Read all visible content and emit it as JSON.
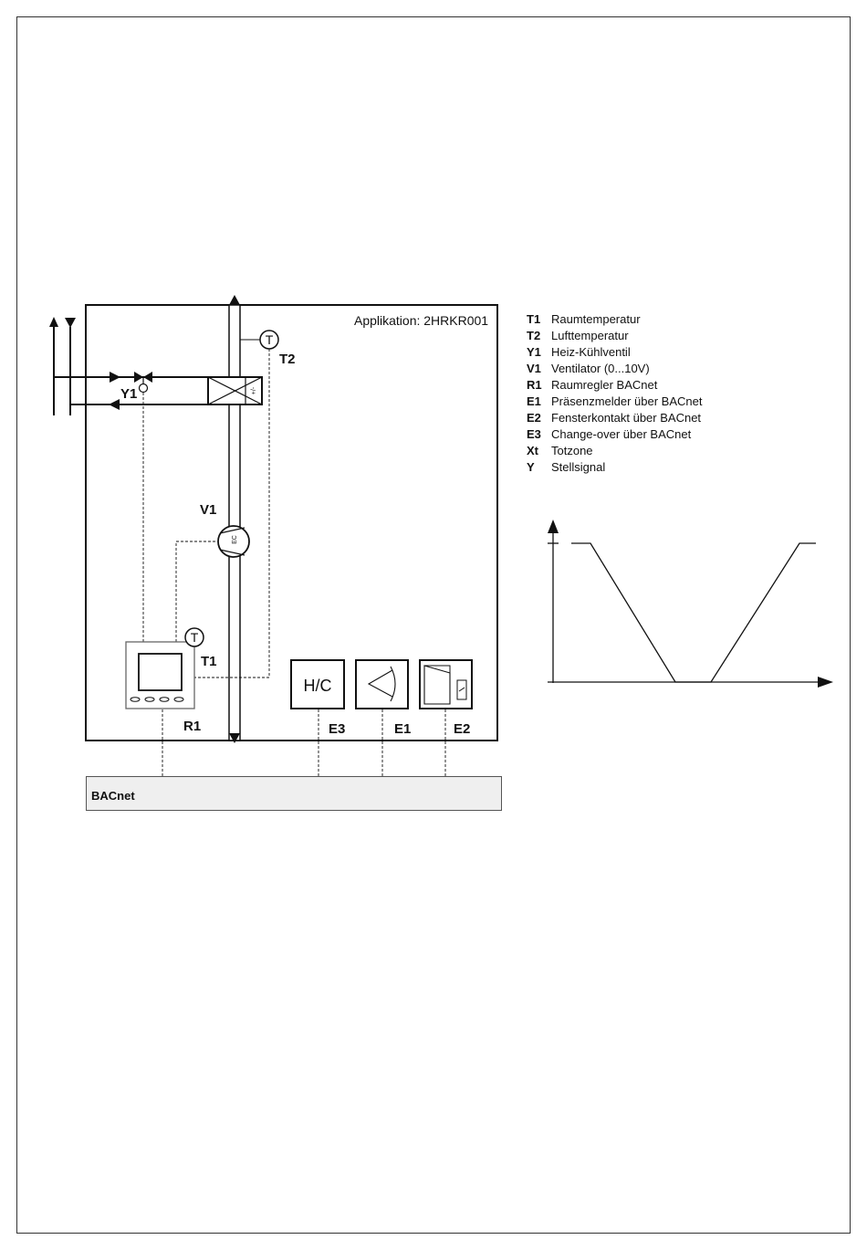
{
  "application_label": "Applikation: 2HRKR001",
  "labels": {
    "t1": "T1",
    "t2": "T2",
    "y1": "Y1",
    "v1": "V1",
    "r1": "R1",
    "e1": "E1",
    "e2": "E2",
    "e3": "E3"
  },
  "sensor_symbol": "T",
  "fan_symbol": "EC",
  "coil_symbol": "+/-",
  "hc_box_label": "H/C",
  "bus_label": "BACnet",
  "legend": [
    {
      "key": "T1",
      "text": "Raumtemperatur"
    },
    {
      "key": "T2",
      "text": "Lufttemperatur"
    },
    {
      "key": "Y1",
      "text": "Heiz-Kühlventil"
    },
    {
      "key": "V1",
      "text": "Ventilator (0...10V)"
    },
    {
      "key": "R1",
      "text": "Raumregler BACnet"
    },
    {
      "key": "E1",
      "text": "Präsenzmelder über BACnet"
    },
    {
      "key": "E2",
      "text": "Fensterkontakt über BACnet"
    },
    {
      "key": "E3",
      "text": "Change-over über BACnet"
    },
    {
      "key": "Xt",
      "text": "Totzone"
    },
    {
      "key": "Y",
      "text": "Stellsignal"
    }
  ],
  "colors": {
    "line": "#111111",
    "bus_fill": "#efefef",
    "duct_fill": "#ffffff"
  }
}
